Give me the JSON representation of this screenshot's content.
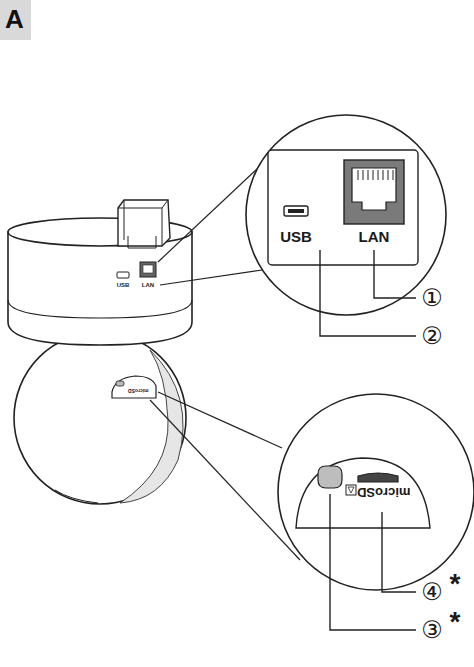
{
  "diagram": {
    "title": "A",
    "labels": [
      "USB",
      "LAN",
      "USB",
      "LAN",
      "①",
      "②",
      "microSD",
      "microSD",
      "④",
      "*",
      "③",
      "*"
    ]
  }
}
